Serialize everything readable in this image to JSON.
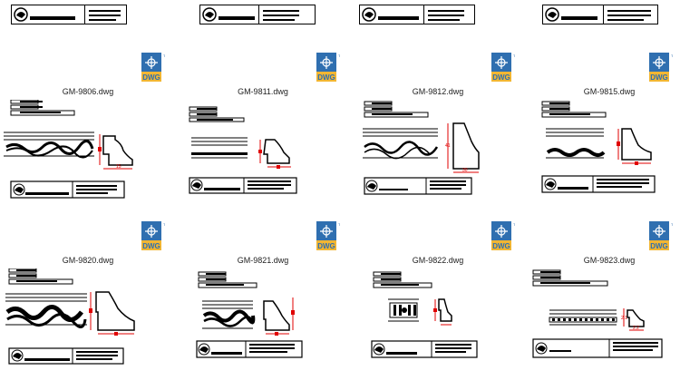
{
  "top_row_count": 4,
  "files": [
    {
      "name": "GM-9806.dwg",
      "icon": "dwg-file-icon",
      "icon_label": "DWG"
    },
    {
      "name": "GM-9811.dwg",
      "icon": "dwg-file-icon",
      "icon_label": "DWG"
    },
    {
      "name": "GM-9812.dwg",
      "icon": "dwg-file-icon",
      "icon_label": "DWG"
    },
    {
      "name": "GM-9815.dwg",
      "icon": "dwg-file-icon",
      "icon_label": "DWG"
    },
    {
      "name": "GM-9820.dwg",
      "icon": "dwg-file-icon",
      "icon_label": "DWG"
    },
    {
      "name": "GM-9821.dwg",
      "icon": "dwg-file-icon",
      "icon_label": "DWG"
    },
    {
      "name": "GM-9822.dwg",
      "icon": "dwg-file-icon",
      "icon_label": "DWG"
    },
    {
      "name": "GM-9823.dwg",
      "icon": "dwg-file-icon",
      "icon_label": "DWG"
    }
  ],
  "colors": {
    "dwg_blue": "#2f6fb0",
    "dwg_yellow": "#f2b632",
    "dimension_red": "#e00000",
    "line_black": "#000000"
  }
}
